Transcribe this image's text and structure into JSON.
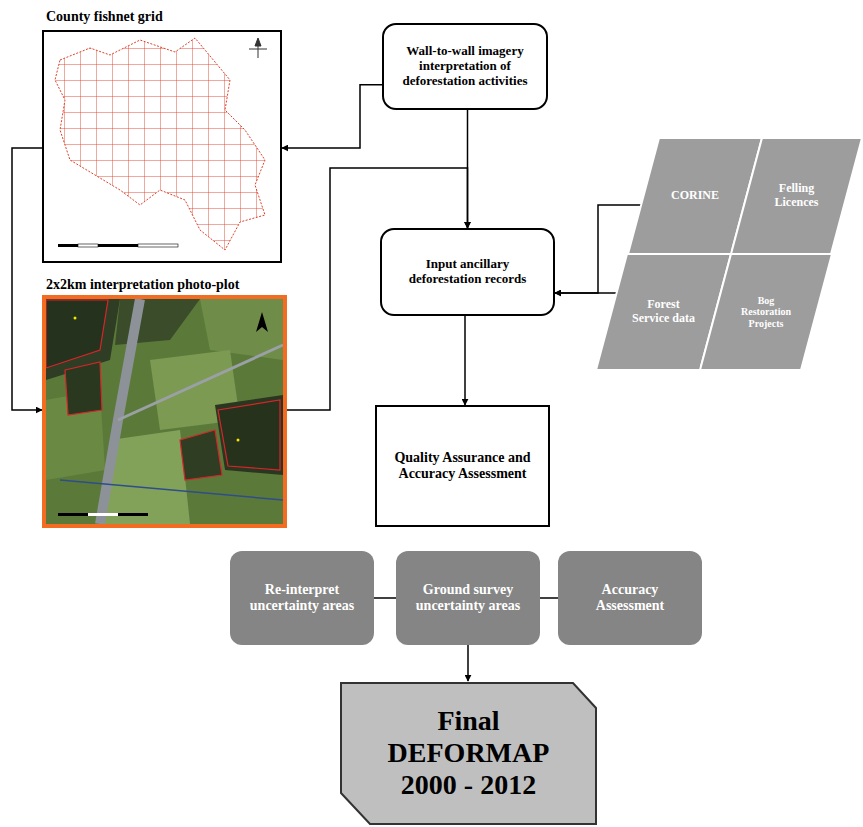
{
  "diagram": {
    "nodes": [
      {
        "text": [
          "County fishnet grid"
        ]
      },
      {
        "text": [
          "Wall-to-wall imagery interpretation of deforestation activities"
        ]
      },
      {
        "text": [
          "2x2km interpretation photo-plot"
        ]
      },
      {
        "text": [
          "Input ancillary deforestation records"
        ]
      },
      {
        "text": [
          "CORINE"
        ]
      },
      {
        "text": [
          "Felling Licences"
        ]
      },
      {
        "text": [
          "Forest Service data"
        ]
      },
      {
        "text": [
          "Bog Restoration Projects"
        ]
      },
      {
        "text": [
          "Quality Assurance and Accuracy Assessment"
        ]
      },
      {
        "text": [
          "Re-interpret uncertainty areas"
        ]
      },
      {
        "text": [
          "Ground survey uncertainty areas"
        ]
      },
      {
        "text": [
          "Accuracy Assessment"
        ]
      },
      {
        "text": [
          "Final DEFORMAP 2000 - 2012"
        ]
      }
    ],
    "edges": [
      {
        "from": 1,
        "to": 0,
        "arrow": "to"
      },
      {
        "from": 0,
        "to": 2,
        "arrow": "to"
      },
      {
        "from": 2,
        "to": 3,
        "arrow": "to"
      },
      {
        "from": 1,
        "to": 3,
        "arrow": "to"
      },
      {
        "from": 4,
        "to": 3,
        "arrow": "to"
      },
      {
        "from": 6,
        "to": 3,
        "arrow": "to"
      },
      {
        "from": 3,
        "to": 8,
        "arrow": "to"
      },
      {
        "from": 9,
        "to": 10,
        "arrow": "none"
      },
      {
        "from": 10,
        "to": 11,
        "arrow": "none"
      },
      {
        "from": 10,
        "to": 12,
        "arrow": "to"
      }
    ]
  }
}
